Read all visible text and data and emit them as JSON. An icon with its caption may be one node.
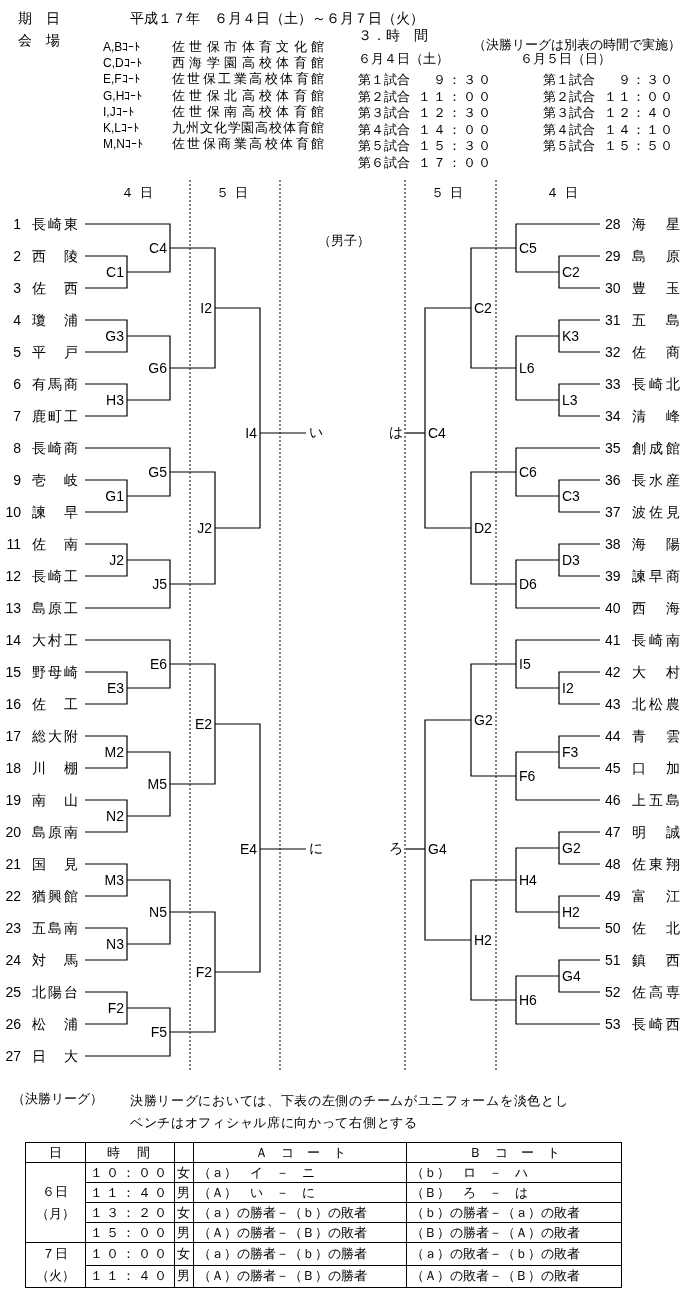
{
  "diagram": {
    "nodes": [
      {
        "text": [
          "1",
          "長崎東"
        ]
      },
      {
        "text": [
          "2",
          "西陵"
        ]
      },
      {
        "text": [
          "3",
          "佐西"
        ]
      },
      {
        "text": [
          "4",
          "瓊浦"
        ]
      },
      {
        "text": [
          "5",
          "平戸"
        ]
      },
      {
        "text": [
          "6",
          "有馬商"
        ]
      },
      {
        "text": [
          "7",
          "鹿町工"
        ]
      },
      {
        "text": [
          "8",
          "長崎商"
        ]
      },
      {
        "text": [
          "9",
          "壱岐"
        ]
      },
      {
        "text": [
          "10",
          "諫早"
        ]
      },
      {
        "text": [
          "11",
          "佐南"
        ]
      },
      {
        "text": [
          "12",
          "長崎工"
        ]
      },
      {
        "text": [
          "13",
          "島原工"
        ]
      },
      {
        "text": [
          "14",
          "大村工"
        ]
      },
      {
        "text": [
          "15",
          "野母崎"
        ]
      },
      {
        "text": [
          "16",
          "佐工"
        ]
      },
      {
        "text": [
          "17",
          "総大附"
        ]
      },
      {
        "text": [
          "18",
          "川棚"
        ]
      },
      {
        "text": [
          "19",
          "南山"
        ]
      },
      {
        "text": [
          "20",
          "島原南"
        ]
      },
      {
        "text": [
          "21",
          "国見"
        ]
      },
      {
        "text": [
          "22",
          "猶興館"
        ]
      },
      {
        "text": [
          "23",
          "五島南"
        ]
      },
      {
        "text": [
          "24",
          "対馬"
        ]
      },
      {
        "text": [
          "25",
          "北陽台"
        ]
      },
      {
        "text": [
          "26",
          "松浦"
        ]
      },
      {
        "text": [
          "27",
          "日大"
        ]
      },
      {
        "text": [
          "28",
          "海星"
        ]
      },
      {
        "text": [
          "29",
          "島原"
        ]
      },
      {
        "text": [
          "30",
          "豊玉"
        ]
      },
      {
        "text": [
          "31",
          "五島"
        ]
      },
      {
        "text": [
          "32",
          "佐商"
        ]
      },
      {
        "text": [
          "33",
          "長崎北"
        ]
      },
      {
        "text": [
          "34",
          "清峰"
        ]
      },
      {
        "text": [
          "35",
          "創成館"
        ]
      },
      {
        "text": [
          "36",
          "長水産"
        ]
      },
      {
        "text": [
          "37",
          "波佐見"
        ]
      },
      {
        "text": [
          "38",
          "海陽"
        ]
      },
      {
        "text": [
          "39",
          "諫早商"
        ]
      },
      {
        "text": [
          "40",
          "西海"
        ]
      },
      {
        "text": [
          "41",
          "長崎南"
        ]
      },
      {
        "text": [
          "42",
          "大村"
        ]
      },
      {
        "text": [
          "43",
          "北松農"
        ]
      },
      {
        "text": [
          "44",
          "青雲"
        ]
      },
      {
        "text": [
          "45",
          "口加"
        ]
      },
      {
        "text": [
          "46",
          "上五島"
        ]
      },
      {
        "text": [
          "47",
          "明誠"
        ]
      },
      {
        "text": [
          "48",
          "佐東翔"
        ]
      },
      {
        "text": [
          "49",
          "富江"
        ]
      },
      {
        "text": [
          "50",
          "佐北"
        ]
      },
      {
        "text": [
          "51",
          "鎮西"
        ]
      },
      {
        "text": [
          "52",
          "佐高専"
        ]
      },
      {
        "text": [
          "53",
          "長崎西"
        ]
      },
      {
        "text": [
          "C4"
        ]
      },
      {
        "text": [
          "C1"
        ]
      },
      {
        "text": [
          "I2"
        ]
      },
      {
        "text": [
          "G3"
        ]
      },
      {
        "text": [
          "G6"
        ]
      },
      {
        "text": [
          "H3"
        ]
      },
      {
        "text": [
          "I4"
        ]
      },
      {
        "text": [
          "G5"
        ]
      },
      {
        "text": [
          "G1"
        ]
      },
      {
        "text": [
          "J2"
        ]
      },
      {
        "text": [
          "J2"
        ]
      },
      {
        "text": [
          "J5"
        ]
      },
      {
        "text": [
          "E6"
        ]
      },
      {
        "text": [
          "E3"
        ]
      },
      {
        "text": [
          "E2"
        ]
      },
      {
        "text": [
          "M2"
        ]
      },
      {
        "text": [
          "M5"
        ]
      },
      {
        "text": [
          "N2"
        ]
      },
      {
        "text": [
          "E4"
        ]
      },
      {
        "text": [
          "M3"
        ]
      },
      {
        "text": [
          "N5"
        ]
      },
      {
        "text": [
          "N3"
        ]
      },
      {
        "text": [
          "F2"
        ]
      },
      {
        "text": [
          "F2"
        ]
      },
      {
        "text": [
          "F5"
        ]
      },
      {
        "text": [
          "C5"
        ]
      },
      {
        "text": [
          "C2"
        ]
      },
      {
        "text": [
          "C2"
        ]
      },
      {
        "text": [
          "K3"
        ]
      },
      {
        "text": [
          "L6"
        ]
      },
      {
        "text": [
          "L3"
        ]
      },
      {
        "text": [
          "C4"
        ]
      },
      {
        "text": [
          "C6"
        ]
      },
      {
        "text": [
          "C3"
        ]
      },
      {
        "text": [
          "D2"
        ]
      },
      {
        "text": [
          "D3"
        ]
      },
      {
        "text": [
          "D6"
        ]
      },
      {
        "text": [
          "I5"
        ]
      },
      {
        "text": [
          "I2"
        ]
      },
      {
        "text": [
          "G2"
        ]
      },
      {
        "text": [
          "F3"
        ]
      },
      {
        "text": [
          "F6"
        ]
      },
      {
        "text": [
          "G4"
        ]
      },
      {
        "text": [
          "G2"
        ]
      },
      {
        "text": [
          "H4"
        ]
      },
      {
        "text": [
          "H2"
        ]
      },
      {
        "text": [
          "H2"
        ]
      },
      {
        "text": [
          "G4"
        ]
      },
      {
        "text": [
          "H6"
        ]
      },
      {
        "text": [
          "い"
        ]
      },
      {
        "text": [
          "は"
        ]
      },
      {
        "text": [
          "に"
        ]
      },
      {
        "text": [
          "ろ"
        ]
      }
    ],
    "edges": [
      {
        "from": 1,
        "to": 54,
        "arrow": "none"
      },
      {
        "from": 2,
        "to": 54,
        "arrow": "none"
      },
      {
        "from": 0,
        "to": 53,
        "arrow": "none"
      },
      {
        "from": 54,
        "to": 53,
        "arrow": "none"
      },
      {
        "from": 3,
        "to": 56,
        "arrow": "none"
      },
      {
        "from": 4,
        "to": 56,
        "arrow": "none"
      },
      {
        "from": 5,
        "to": 58,
        "arrow": "none"
      },
      {
        "from": 6,
        "to": 58,
        "arrow": "none"
      },
      {
        "from": 56,
        "to": 57,
        "arrow": "none"
      },
      {
        "from": 58,
        "to": 57,
        "arrow": "none"
      },
      {
        "from": 53,
        "to": 55,
        "arrow": "none"
      },
      {
        "from": 57,
        "to": 55,
        "arrow": "none"
      },
      {
        "from": 8,
        "to": 61,
        "arrow": "none"
      },
      {
        "from": 9,
        "to": 61,
        "arrow": "none"
      },
      {
        "from": 7,
        "to": 60,
        "arrow": "none"
      },
      {
        "from": 61,
        "to": 60,
        "arrow": "none"
      },
      {
        "from": 10,
        "to": 63,
        "arrow": "none"
      },
      {
        "from": 11,
        "to": 63,
        "arrow": "none"
      },
      {
        "from": 63,
        "to": 64,
        "arrow": "none"
      },
      {
        "from": 12,
        "to": 64,
        "arrow": "none"
      },
      {
        "from": 60,
        "to": 62,
        "arrow": "none"
      },
      {
        "from": 64,
        "to": 62,
        "arrow": "none"
      },
      {
        "from": 55,
        "to": 59,
        "arrow": "none"
      },
      {
        "from": 62,
        "to": 59,
        "arrow": "none"
      },
      {
        "from": 14,
        "to": 66,
        "arrow": "none"
      },
      {
        "from": 15,
        "to": 66,
        "arrow": "none"
      },
      {
        "from": 13,
        "to": 65,
        "arrow": "none"
      },
      {
        "from": 66,
        "to": 65,
        "arrow": "none"
      },
      {
        "from": 16,
        "to": 68,
        "arrow": "none"
      },
      {
        "from": 17,
        "to": 68,
        "arrow": "none"
      },
      {
        "from": 18,
        "to": 70,
        "arrow": "none"
      },
      {
        "from": 19,
        "to": 70,
        "arrow": "none"
      },
      {
        "from": 68,
        "to": 69,
        "arrow": "none"
      },
      {
        "from": 70,
        "to": 69,
        "arrow": "none"
      },
      {
        "from": 65,
        "to": 67,
        "arrow": "none"
      },
      {
        "from": 69,
        "to": 67,
        "arrow": "none"
      },
      {
        "from": 20,
        "to": 72,
        "arrow": "none"
      },
      {
        "from": 21,
        "to": 72,
        "arrow": "none"
      },
      {
        "from": 22,
        "to": 74,
        "arrow": "none"
      },
      {
        "from": 23,
        "to": 74,
        "arrow": "none"
      },
      {
        "from": 72,
        "to": 73,
        "arrow": "none"
      },
      {
        "from": 74,
        "to": 73,
        "arrow": "none"
      },
      {
        "from": 24,
        "to": 76,
        "arrow": "none"
      },
      {
        "from": 25,
        "to": 76,
        "arrow": "none"
      },
      {
        "from": 76,
        "to": 77,
        "arrow": "none"
      },
      {
        "from": 26,
        "to": 77,
        "arrow": "none"
      },
      {
        "from": 73,
        "to": 75,
        "arrow": "none"
      },
      {
        "from": 77,
        "to": 75,
        "arrow": "none"
      },
      {
        "from": 67,
        "to": 71,
        "arrow": "none"
      },
      {
        "from": 75,
        "to": 71,
        "arrow": "none"
      },
      {
        "from": 28,
        "to": 79,
        "arrow": "none"
      },
      {
        "from": 29,
        "to": 79,
        "arrow": "none"
      },
      {
        "from": 27,
        "to": 78,
        "arrow": "none"
      },
      {
        "from": 79,
        "to": 78,
        "arrow": "none"
      },
      {
        "from": 30,
        "to": 81,
        "arrow": "none"
      },
      {
        "from": 31,
        "to": 81,
        "arrow": "none"
      },
      {
        "from": 32,
        "to": 83,
        "arrow": "none"
      },
      {
        "from": 33,
        "to": 83,
        "arrow": "none"
      },
      {
        "from": 81,
        "to": 82,
        "arrow": "none"
      },
      {
        "from": 83,
        "to": 82,
        "arrow": "none"
      },
      {
        "from": 78,
        "to": 80,
        "arrow": "none"
      },
      {
        "from": 82,
        "to": 80,
        "arrow": "none"
      },
      {
        "from": 35,
        "to": 86,
        "arrow": "none"
      },
      {
        "from": 36,
        "to": 86,
        "arrow": "none"
      },
      {
        "from": 34,
        "to": 85,
        "arrow": "none"
      },
      {
        "from": 86,
        "to": 85,
        "arrow": "none"
      },
      {
        "from": 37,
        "to": 88,
        "arrow": "none"
      },
      {
        "from": 38,
        "to": 88,
        "arrow": "none"
      },
      {
        "from": 88,
        "to": 89,
        "arrow": "none"
      },
      {
        "from": 39,
        "to": 89,
        "arrow": "none"
      },
      {
        "from": 85,
        "to": 87,
        "arrow": "none"
      },
      {
        "from": 89,
        "to": 87,
        "arrow": "none"
      },
      {
        "from": 80,
        "to": 84,
        "arrow": "none"
      },
      {
        "from": 87,
        "to": 84,
        "arrow": "none"
      },
      {
        "from": 41,
        "to": 91,
        "arrow": "none"
      },
      {
        "from": 42,
        "to": 91,
        "arrow": "none"
      },
      {
        "from": 40,
        "to": 90,
        "arrow": "none"
      },
      {
        "from": 91,
        "to": 90,
        "arrow": "none"
      },
      {
        "from": 43,
        "to": 93,
        "arrow": "none"
      },
      {
        "from": 44,
        "to": 93,
        "arrow": "none"
      },
      {
        "from": 93,
        "to": 94,
        "arrow": "none"
      },
      {
        "from": 45,
        "to": 94,
        "arrow": "none"
      },
      {
        "from": 90,
        "to": 92,
        "arrow": "none"
      },
      {
        "from": 94,
        "to": 92,
        "arrow": "none"
      },
      {
        "from": 46,
        "to": 96,
        "arrow": "none"
      },
      {
        "from": 47,
        "to": 96,
        "arrow": "none"
      },
      {
        "from": 48,
        "to": 98,
        "arrow": "none"
      },
      {
        "from": 49,
        "to": 98,
        "arrow": "none"
      },
      {
        "from": 96,
        "to": 97,
        "arrow": "none"
      },
      {
        "from": 98,
        "to": 97,
        "arrow": "none"
      },
      {
        "from": 50,
        "to": 100,
        "arrow": "none"
      },
      {
        "from": 51,
        "to": 100,
        "arrow": "none"
      },
      {
        "from": 100,
        "to": 101,
        "arrow": "none"
      },
      {
        "from": 52,
        "to": 101,
        "arrow": "none"
      },
      {
        "from": 97,
        "to": 99,
        "arrow": "none"
      },
      {
        "from": 101,
        "to": 99,
        "arrow": "none"
      },
      {
        "from": 92,
        "to": 95,
        "arrow": "none"
      },
      {
        "from": 99,
        "to": 95,
        "arrow": "none"
      },
      {
        "from": 59,
        "to": 102,
        "arrow": "none"
      },
      {
        "from": 84,
        "to": 103,
        "arrow": "none"
      },
      {
        "from": 71,
        "to": 104,
        "arrow": "none"
      },
      {
        "from": 95,
        "to": 105,
        "arrow": "none"
      }
    ],
    "labels": [
      "期　日",
      "平成１７年　６月４日（土）～６月７日（火）",
      "会　場",
      "３．時　間",
      "A,Bｺｰﾄ",
      "佐世保市体育文化館",
      "（決勝リーグは別表の時間で実施）",
      "C,Dｺｰﾄ",
      "西海学園高校体育館",
      "E,Fｺｰﾄ",
      "佐世保工業高校体育館",
      "G,Hｺｰﾄ",
      "佐世保北高校体育館",
      "I,Jｺｰﾄ",
      "佐世保南高校体育館",
      "K,Lｺｰﾄ",
      "九州文化学園高校体育館",
      "M,Nｺｰﾄ",
      "佐世保商業高校体育館",
      "６月４日（土）",
      "６月５日（日）",
      "第１試合",
      "９：３０",
      "第１試合",
      "９：３０",
      "第２試合",
      "１１：００",
      "第２試合",
      "１１：００",
      "第３試合",
      "１２：３０",
      "第３試合",
      "１２：４０",
      "第４試合",
      "１４：００",
      "第４試合",
      "１４：１０",
      "第５試合",
      "１５：３０",
      "第５試合",
      "１５：５０",
      "第６試合",
      "１７：００",
      "４日",
      "５日",
      "５日",
      "４日",
      "（男子）",
      "（決勝リーグ）",
      "決勝リーグにおいては、下表の左側のチームがユニフォームを淡色としベンチはオフィシャル席に向かって右側とする",
      "日",
      "時　間",
      "Ａ　コ　ー　ト",
      "Ｂ　コ　ー　ト",
      "６日（月）",
      "１０：００",
      "女",
      "（ａ）　イ　－　ニ",
      "（ｂ）　ロ　－　ハ",
      "１１：４０",
      "男",
      "（Ａ）　い　－　に",
      "（Ｂ）　ろ　－　は",
      "１３：２０",
      "女",
      "（ａ）の勝者－（ｂ）の敗者",
      "（ｂ）の勝者－（ａ）の敗者",
      "１５：００",
      "男",
      "（Ａ）の勝者－（Ｂ）の敗者",
      "（Ｂ）の勝者－（Ａ）の敗者",
      "７日（火）",
      "１０：００",
      "女",
      "（ａ）の勝者－（ｂ）の勝者",
      "（ａ）の敗者－（ｂ）の敗者",
      "１１：４０",
      "男",
      "（Ａ）の勝者－（Ｂ）の勝者",
      "（Ａ）の敗者－（Ｂ）の敗者"
    ]
  }
}
